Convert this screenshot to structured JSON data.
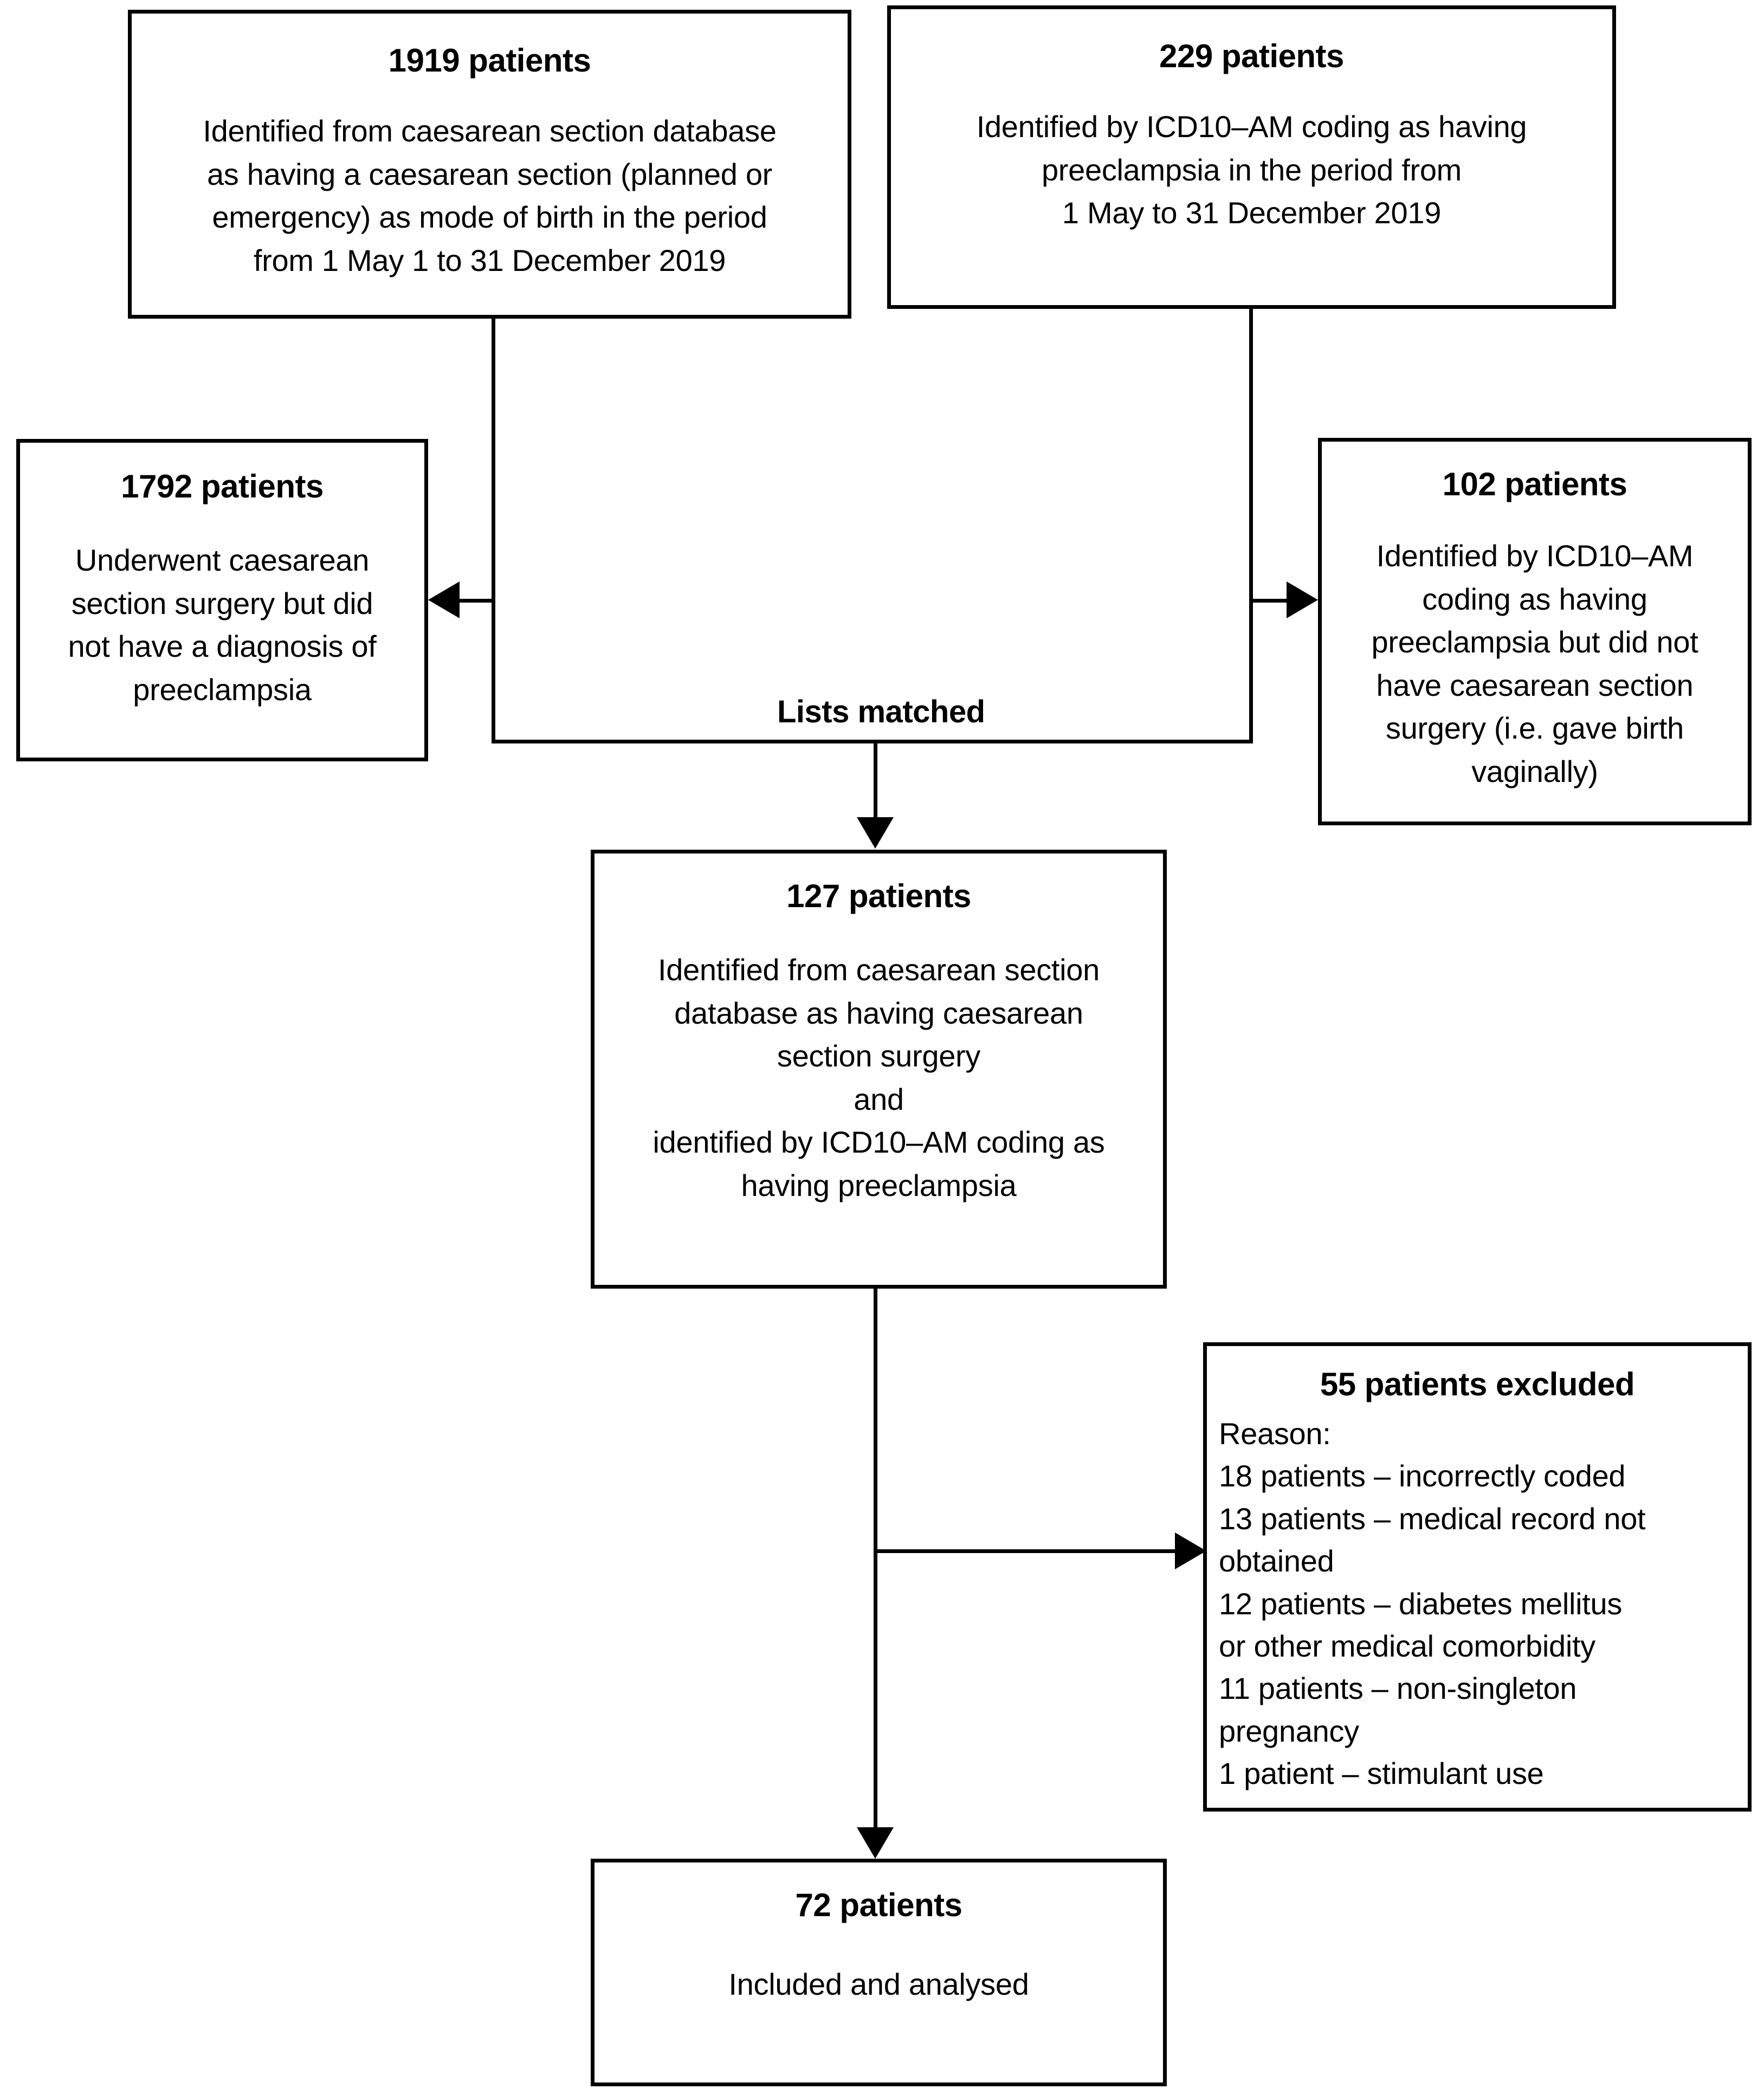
{
  "diagram": {
    "type": "patient-flow-diagram",
    "nodes": {
      "cs_database": {
        "title": "1919 patients",
        "body": "Identified from caesarean section database\nas having a caesarean section (planned or\nemergency) as mode of birth in the period\nfrom 1 May 1 to 31 December 2019"
      },
      "icd_preeclampsia": {
        "title": "229 patients",
        "body": "Identified by ICD10–AM coding as having\npreeclampsia in the period from\n1 May to 31 December 2019"
      },
      "no_preeclampsia": {
        "title": "1792 patients",
        "body": "Underwent caesarean\nsection surgery but did\nnot have a diagnosis of\npreeclampsia"
      },
      "no_caesarean": {
        "title": "102 patients",
        "body": "Identified by ICD10–AM\ncoding as having\npreeclampsia but did not\nhave caesarean section\nsurgery (i.e. gave birth\nvaginally)"
      },
      "matched_cohort": {
        "title": "127 patients",
        "body": "Identified from caesarean section\ndatabase as having caesarean\nsection surgery\nand\nidentified by ICD10–AM coding as\nhaving preeclampsia"
      },
      "excluded": {
        "title": "55 patients excluded",
        "body": "Reason:\n18 patients – incorrectly coded\n13 patients – medical record not\nobtained\n12 patients – diabetes mellitus\nor other medical comorbidity\n11 patients – non-singleton\npregnancy\n1 patient – stimulant use"
      },
      "included": {
        "title": "72 patients",
        "body": "Included and analysed"
      }
    },
    "connector_labels": {
      "lists_matched": "Lists matched"
    }
  }
}
